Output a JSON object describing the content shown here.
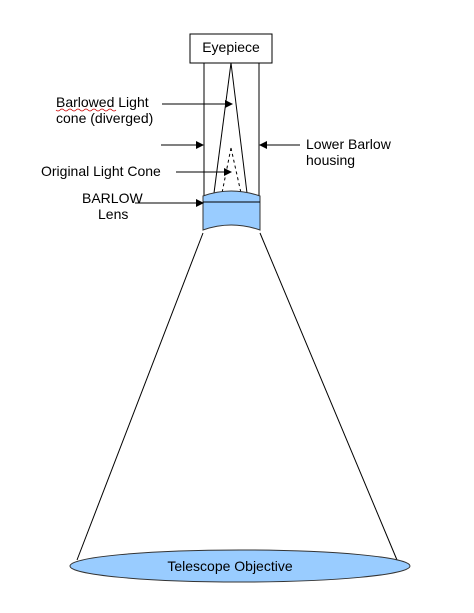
{
  "diagram": {
    "eyepiece_label": "Eyepiece",
    "barlowed_cone_label": [
      "Barlowed Light",
      "cone (diverged)"
    ],
    "lower_housing_label": [
      "Lower Barlow",
      "housing"
    ],
    "original_cone_label": "Original Light Cone",
    "barlow_lens_label": [
      "BARLOW",
      "Lens"
    ],
    "objective_label": "Telescope Objective"
  },
  "colors": {
    "lens_fill": "#99ccff",
    "lens_stroke": "#333333",
    "line": "#000000",
    "spellcheck_underline": "#cc0000"
  }
}
